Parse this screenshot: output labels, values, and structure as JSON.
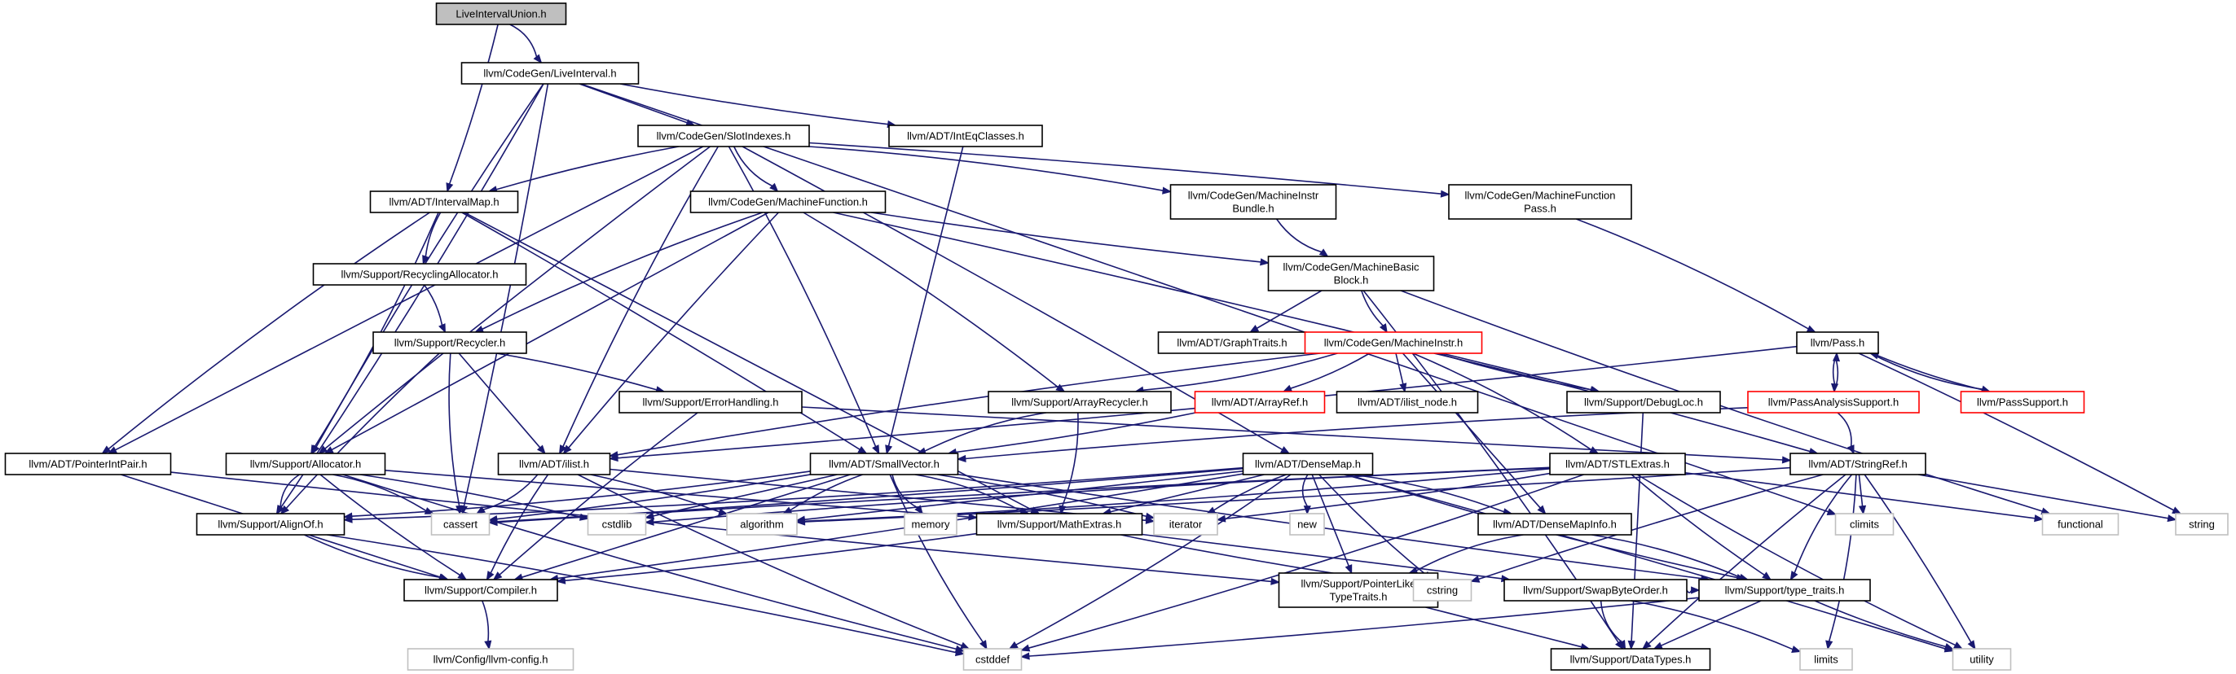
{
  "colors": {
    "edge": "#191970",
    "border_default": "#000000",
    "border_truncated": "#ff0000",
    "border_external": "#c0c0c0",
    "fill_root": "#bfbfbf",
    "fill_default": "#ffffff",
    "text": "#000000",
    "text_external": "#000000"
  },
  "nodes": {
    "n0": {
      "label": [
        "LiveIntervalUnion.h"
      ],
      "style": "root"
    },
    "n1": {
      "label": [
        "llvm/CodeGen/LiveInterval.h"
      ],
      "style": "normal"
    },
    "n2": {
      "label": [
        "llvm/CodeGen/SlotIndexes.h"
      ],
      "style": "normal"
    },
    "n3": {
      "label": [
        "llvm/ADT/IntEqClasses.h"
      ],
      "style": "normal"
    },
    "n4": {
      "label": [
        "llvm/ADT/IntervalMap.h"
      ],
      "style": "normal"
    },
    "n5": {
      "label": [
        "llvm/CodeGen/MachineFunction.h"
      ],
      "style": "normal"
    },
    "n6": {
      "label": [
        "llvm/CodeGen/MachineInstr",
        "Bundle.h"
      ],
      "style": "normal"
    },
    "n7": {
      "label": [
        "llvm/CodeGen/MachineFunction",
        "Pass.h"
      ],
      "style": "normal"
    },
    "n8": {
      "label": [
        "llvm/Support/RecyclingAllocator.h"
      ],
      "style": "normal"
    },
    "n9": {
      "label": [
        "llvm/CodeGen/MachineBasic",
        "Block.h"
      ],
      "style": "normal"
    },
    "n10": {
      "label": [
        "llvm/Support/Recycler.h"
      ],
      "style": "normal"
    },
    "n11": {
      "label": [
        "llvm/ADT/GraphTraits.h"
      ],
      "style": "normal"
    },
    "n12": {
      "label": [
        "llvm/CodeGen/MachineInstr.h"
      ],
      "style": "truncated"
    },
    "n13": {
      "label": [
        "llvm/Pass.h"
      ],
      "style": "normal"
    },
    "n14": {
      "label": [
        "llvm/Support/ErrorHandling.h"
      ],
      "style": "normal"
    },
    "n15": {
      "label": [
        "llvm/Support/ArrayRecycler.h"
      ],
      "style": "normal"
    },
    "n16": {
      "label": [
        "llvm/ADT/ArrayRef.h"
      ],
      "style": "truncated"
    },
    "n17": {
      "label": [
        "llvm/ADT/ilist_node.h"
      ],
      "style": "normal"
    },
    "n18": {
      "label": [
        "llvm/Support/DebugLoc.h"
      ],
      "style": "normal"
    },
    "n19": {
      "label": [
        "llvm/PassAnalysisSupport.h"
      ],
      "style": "truncated"
    },
    "n20": {
      "label": [
        "llvm/PassSupport.h"
      ],
      "style": "truncated"
    },
    "n21": {
      "label": [
        "llvm/ADT/PointerIntPair.h"
      ],
      "style": "normal"
    },
    "n22": {
      "label": [
        "llvm/Support/Allocator.h"
      ],
      "style": "normal"
    },
    "n23": {
      "label": [
        "llvm/ADT/ilist.h"
      ],
      "style": "normal"
    },
    "n24": {
      "label": [
        "llvm/ADT/SmallVector.h"
      ],
      "style": "normal"
    },
    "n25": {
      "label": [
        "llvm/ADT/DenseMap.h"
      ],
      "style": "normal"
    },
    "n26": {
      "label": [
        "llvm/ADT/STLExtras.h"
      ],
      "style": "normal"
    },
    "n27": {
      "label": [
        "llvm/ADT/StringRef.h"
      ],
      "style": "normal"
    },
    "n28": {
      "label": [
        "llvm/Support/AlignOf.h"
      ],
      "style": "normal"
    },
    "n29": {
      "label": [
        "cassert"
      ],
      "style": "external"
    },
    "n30": {
      "label": [
        "cstdlib"
      ],
      "style": "external"
    },
    "n31": {
      "label": [
        "algorithm"
      ],
      "style": "external"
    },
    "n32": {
      "label": [
        "memory"
      ],
      "style": "external"
    },
    "n33": {
      "label": [
        "llvm/Support/MathExtras.h"
      ],
      "style": "normal"
    },
    "n34": {
      "label": [
        "iterator"
      ],
      "style": "external"
    },
    "n35": {
      "label": [
        "new"
      ],
      "style": "external"
    },
    "n36": {
      "label": [
        "llvm/ADT/DenseMapInfo.h"
      ],
      "style": "normal"
    },
    "n37": {
      "label": [
        "climits"
      ],
      "style": "external"
    },
    "n38": {
      "label": [
        "functional"
      ],
      "style": "external"
    },
    "n39": {
      "label": [
        "string"
      ],
      "style": "external"
    },
    "n40": {
      "label": [
        "llvm/Support/Compiler.h"
      ],
      "style": "normal"
    },
    "n41": {
      "label": [
        "llvm/Support/PointerLike",
        "TypeTraits.h"
      ],
      "style": "normal"
    },
    "n42": {
      "label": [
        "cstring"
      ],
      "style": "external"
    },
    "n43": {
      "label": [
        "llvm/Support/SwapByteOrder.h"
      ],
      "style": "normal"
    },
    "n44": {
      "label": [
        "llvm/Support/type_traits.h"
      ],
      "style": "normal"
    },
    "n45": {
      "label": [
        "llvm/Config/llvm-config.h"
      ],
      "style": "external"
    },
    "n46": {
      "label": [
        "cstddef"
      ],
      "style": "external"
    },
    "n47": {
      "label": [
        "llvm/Support/DataTypes.h"
      ],
      "style": "normal"
    },
    "n48": {
      "label": [
        "limits"
      ],
      "style": "external"
    },
    "n49": {
      "label": [
        "utility"
      ],
      "style": "external"
    }
  },
  "edges": [
    [
      "n0",
      "n1"
    ],
    [
      "n0",
      "n4"
    ],
    [
      "n1",
      "n2"
    ],
    [
      "n1",
      "n3"
    ],
    [
      "n1",
      "n22"
    ],
    [
      "n1",
      "n28"
    ],
    [
      "n1",
      "n29"
    ],
    [
      "n1",
      "n37"
    ],
    [
      "n2",
      "n4"
    ],
    [
      "n2",
      "n5"
    ],
    [
      "n2",
      "n6"
    ],
    [
      "n2",
      "n7"
    ],
    [
      "n2",
      "n21"
    ],
    [
      "n2",
      "n22"
    ],
    [
      "n2",
      "n23"
    ],
    [
      "n2",
      "n24"
    ],
    [
      "n2",
      "n25"
    ],
    [
      "n3",
      "n24"
    ],
    [
      "n4",
      "n8"
    ],
    [
      "n4",
      "n21"
    ],
    [
      "n4",
      "n22"
    ],
    [
      "n4",
      "n24"
    ],
    [
      "n4",
      "n33"
    ],
    [
      "n5",
      "n9"
    ],
    [
      "n5",
      "n10"
    ],
    [
      "n5",
      "n15"
    ],
    [
      "n5",
      "n18"
    ],
    [
      "n5",
      "n22"
    ],
    [
      "n5",
      "n23"
    ],
    [
      "n6",
      "n9"
    ],
    [
      "n7",
      "n13"
    ],
    [
      "n8",
      "n10"
    ],
    [
      "n9",
      "n11"
    ],
    [
      "n9",
      "n12"
    ],
    [
      "n9",
      "n38"
    ],
    [
      "n9",
      "n47"
    ],
    [
      "n10",
      "n14"
    ],
    [
      "n10",
      "n23"
    ],
    [
      "n10",
      "n28"
    ],
    [
      "n10",
      "n29"
    ],
    [
      "n12",
      "n15"
    ],
    [
      "n12",
      "n16"
    ],
    [
      "n12",
      "n17"
    ],
    [
      "n12",
      "n18"
    ],
    [
      "n12",
      "n23"
    ],
    [
      "n12",
      "n26"
    ],
    [
      "n12",
      "n27"
    ],
    [
      "n12",
      "n36"
    ],
    [
      "n13",
      "n19"
    ],
    [
      "n13",
      "n20"
    ],
    [
      "n13",
      "n23"
    ],
    [
      "n13",
      "n39"
    ],
    [
      "n14",
      "n27"
    ],
    [
      "n14",
      "n40"
    ],
    [
      "n15",
      "n24"
    ],
    [
      "n15",
      "n33"
    ],
    [
      "n16",
      "n24"
    ],
    [
      "n18",
      "n47"
    ],
    [
      "n19",
      "n13"
    ],
    [
      "n19",
      "n24"
    ],
    [
      "n19",
      "n27"
    ],
    [
      "n20",
      "n13"
    ],
    [
      "n21",
      "n40"
    ],
    [
      "n21",
      "n41"
    ],
    [
      "n22",
      "n28"
    ],
    [
      "n22",
      "n29"
    ],
    [
      "n22",
      "n30"
    ],
    [
      "n22",
      "n33"
    ],
    [
      "n22",
      "n40"
    ],
    [
      "n22",
      "n46"
    ],
    [
      "n23",
      "n29"
    ],
    [
      "n23",
      "n31"
    ],
    [
      "n23",
      "n34"
    ],
    [
      "n23",
      "n40"
    ],
    [
      "n23",
      "n46"
    ],
    [
      "n24",
      "n28"
    ],
    [
      "n24",
      "n29"
    ],
    [
      "n24",
      "n30"
    ],
    [
      "n24",
      "n31"
    ],
    [
      "n24",
      "n32"
    ],
    [
      "n24",
      "n33"
    ],
    [
      "n24",
      "n34"
    ],
    [
      "n24",
      "n40"
    ],
    [
      "n24",
      "n44"
    ],
    [
      "n24",
      "n46"
    ],
    [
      "n25",
      "n28"
    ],
    [
      "n25",
      "n29"
    ],
    [
      "n25",
      "n31"
    ],
    [
      "n25",
      "n34"
    ],
    [
      "n25",
      "n35"
    ],
    [
      "n25",
      "n36"
    ],
    [
      "n25",
      "n40"
    ],
    [
      "n25",
      "n41"
    ],
    [
      "n25",
      "n42"
    ],
    [
      "n25",
      "n44"
    ],
    [
      "n25",
      "n46"
    ],
    [
      "n25",
      "n49"
    ],
    [
      "n25",
      "n33"
    ],
    [
      "n26",
      "n29"
    ],
    [
      "n26",
      "n30"
    ],
    [
      "n26",
      "n31"
    ],
    [
      "n26",
      "n34"
    ],
    [
      "n26",
      "n38"
    ],
    [
      "n26",
      "n44"
    ],
    [
      "n26",
      "n49"
    ],
    [
      "n26",
      "n46"
    ],
    [
      "n27",
      "n31"
    ],
    [
      "n27",
      "n39"
    ],
    [
      "n27",
      "n42"
    ],
    [
      "n27",
      "n44"
    ],
    [
      "n27",
      "n48"
    ],
    [
      "n27",
      "n49"
    ],
    [
      "n27",
      "n37"
    ],
    [
      "n27",
      "n47"
    ],
    [
      "n28",
      "n40"
    ],
    [
      "n28",
      "n46"
    ],
    [
      "n33",
      "n40"
    ],
    [
      "n33",
      "n43"
    ],
    [
      "n33",
      "n42"
    ],
    [
      "n36",
      "n41"
    ],
    [
      "n36",
      "n44"
    ],
    [
      "n40",
      "n45"
    ],
    [
      "n41",
      "n47"
    ],
    [
      "n43",
      "n44"
    ],
    [
      "n43",
      "n47"
    ],
    [
      "n43",
      "n48"
    ],
    [
      "n44",
      "n46"
    ],
    [
      "n44",
      "n47"
    ],
    [
      "n44",
      "n49"
    ]
  ]
}
